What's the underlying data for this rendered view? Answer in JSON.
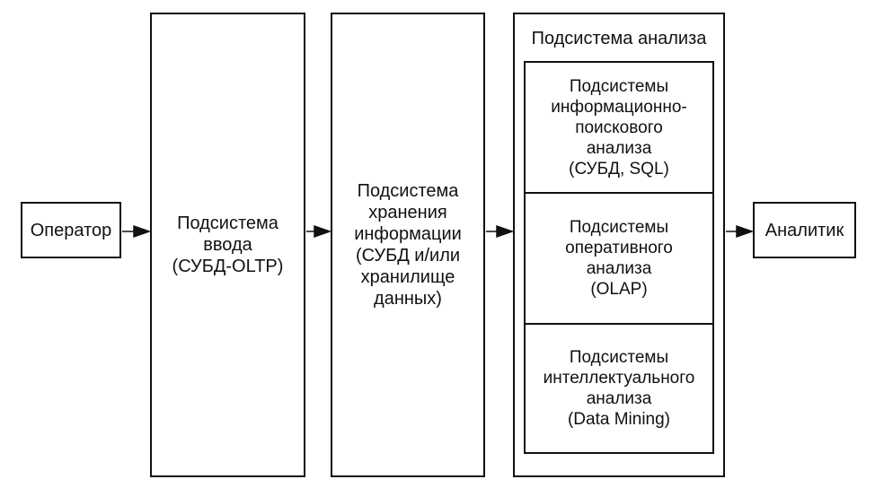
{
  "nodes": {
    "operator": "Оператор",
    "input": "Подсистема\nввода\n(СУБД-OLTP)",
    "storage": "Подсистема\nхранения\nинформации\n(СУБД и/или\nхранилище\nданных)",
    "analysis_title": "Подсистема анализа",
    "analysis_parts": [
      "Подсистемы\nинформационно-\nпоискового\nанализа\n(СУБД, SQL)",
      "Подсистемы\nоперативного\nанализа\n(OLAP)",
      "Подсистемы\nинтеллектуального\nанализа\n(Data Mining)"
    ],
    "analyst": "Аналитик"
  }
}
